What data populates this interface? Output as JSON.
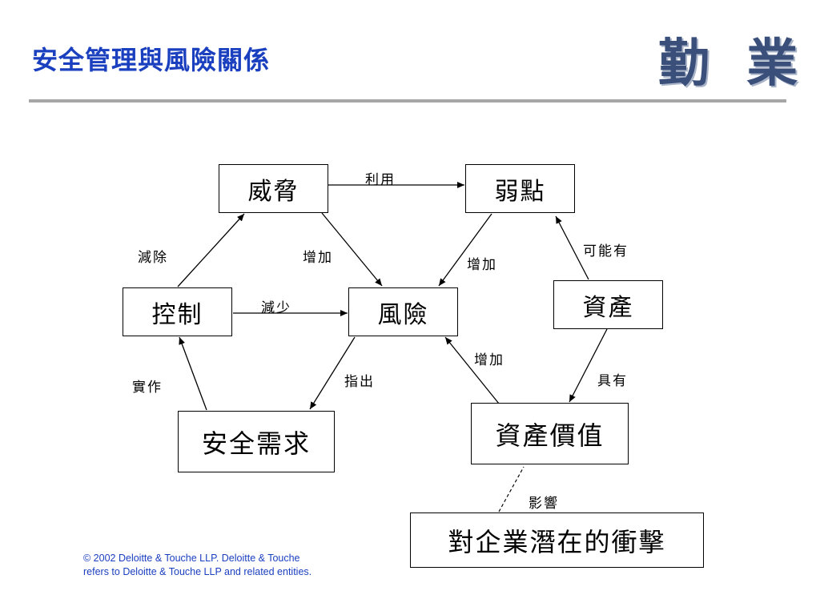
{
  "header": {
    "title": "安全管理與風險關係",
    "logo_text": "勤 業"
  },
  "diagram": {
    "nodes": {
      "threat": "威脅",
      "vulnerability": "弱點",
      "control": "控制",
      "risk": "風險",
      "asset": "資產",
      "security_requirement": "安全需求",
      "asset_value": "資產價值",
      "business_impact": "對企業潛在的衝擊"
    },
    "edges": {
      "threat_to_vulnerability": "利用",
      "control_to_threat": "減除",
      "threat_to_risk": "增加",
      "vulnerability_to_risk": "增加",
      "asset_to_vulnerability": "可能有",
      "control_to_risk": "減少",
      "requirement_to_control": "實作",
      "risk_to_requirement": "指出",
      "asset_value_to_risk": "增加",
      "asset_to_asset_value": "具有",
      "impact_to_asset_value": "影響"
    }
  },
  "footer": {
    "line1": "© 2002 Deloitte & Touche LLP. Deloitte & Touche",
    "line2": "refers to Deloitte & Touche LLP and related entities."
  },
  "colors": {
    "title": "#1a3fbf",
    "footer": "#1a3fbf",
    "logo": "#3a4f7a",
    "divider": "#a6a6a6"
  }
}
